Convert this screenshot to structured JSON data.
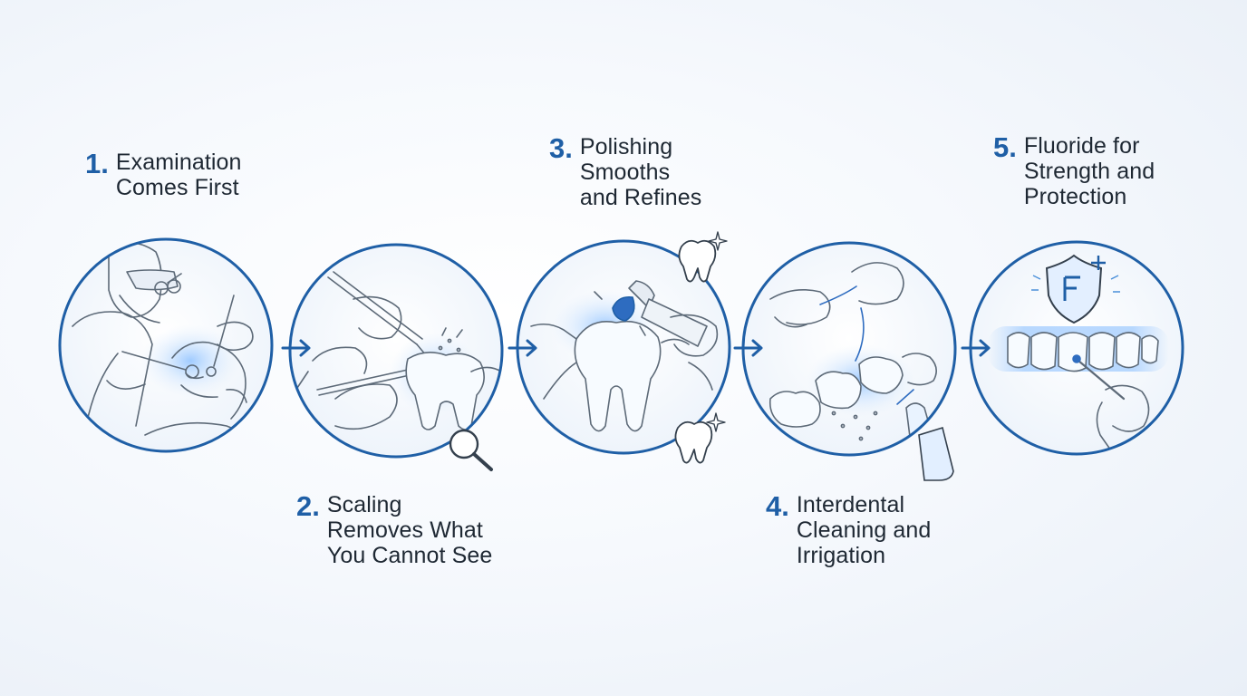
{
  "colors": {
    "ring": "#1f5fa6",
    "number": "#1f5fa6",
    "text": "#1e2833",
    "sketch": "#5d6a78",
    "glow": "#8fc2ff"
  },
  "steps": [
    {
      "number": "1.",
      "lines": [
        "Examination",
        "Comes First"
      ],
      "icons": [
        "dentist-with-loupes-icon",
        "dental-mirror-icon",
        "patient-icon"
      ]
    },
    {
      "number": "2.",
      "lines": [
        "Scaling",
        "Removes What",
        "You Cannot See"
      ],
      "icons": [
        "scaler-tool-icon",
        "gloved-hands-icon",
        "tooth-icon",
        "magnifier-icon"
      ]
    },
    {
      "number": "3.",
      "lines": [
        "Polishing",
        "Smooths",
        "and Refines"
      ],
      "icons": [
        "polisher-handpiece-icon",
        "molar-tooth-icon",
        "sparkle-tooth-icon",
        "sparkle-tooth-icon"
      ]
    },
    {
      "number": "4.",
      "lines": [
        "Interdental",
        "Cleaning and",
        "Irrigation"
      ],
      "icons": [
        "floss-hands-icon",
        "teeth-row-icon",
        "water-flosser-icon"
      ]
    },
    {
      "number": "5.",
      "lines": [
        "Fluoride for",
        "Strength and",
        "Protection"
      ],
      "icons": [
        "shield-f-plus-icon",
        "glowing-teeth-icon",
        "applicator-hand-icon"
      ]
    }
  ],
  "connectors": [
    "arrow-right-icon",
    "arrow-right-icon",
    "arrow-right-icon",
    "arrow-right-icon"
  ]
}
